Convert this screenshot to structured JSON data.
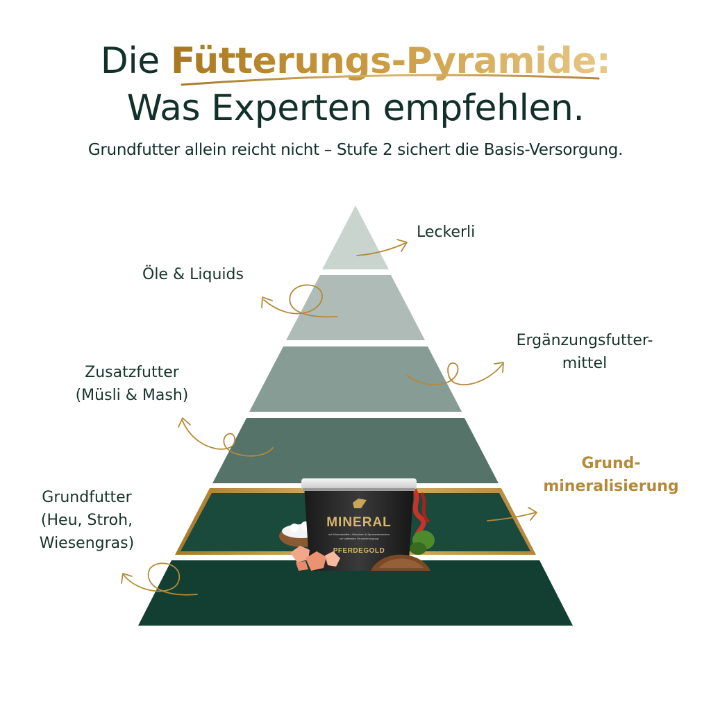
{
  "header": {
    "title_prefix": "Die ",
    "title_highlight": "Fütterungs-Pyramide:",
    "title_line2": "Was Experten empfehlen.",
    "subtitle": "Grundfutter allein reicht nicht – Stufe 2 sichert die Basis-Versorgung."
  },
  "pyramid": {
    "levels": [
      {
        "name": "Leckerli",
        "color": "#c9d4cf"
      },
      {
        "name": "Öle & Liquids",
        "color": "#aebbb6"
      },
      {
        "name": "Ergänzungsfutter-mittel",
        "color": "#879c95"
      },
      {
        "name": "Zusatzfutter (Müsli & Mash)",
        "color": "#557368"
      },
      {
        "name": "Grund-mineralisierung",
        "color": "#194a3c",
        "highlighted": true
      },
      {
        "name": "Grundfutter (Heu, Stroh, Wiesengras)",
        "color": "#123f32"
      }
    ],
    "accent_gold": "#b48a3a"
  },
  "labels": {
    "leckerli": "Leckerli",
    "oele": "Öle & Liquids",
    "ergaenzung_1": "Ergänzungsfutter-",
    "ergaenzung_2": "mittel",
    "zusatz_1": "Zusatzfutter",
    "zusatz_2": "(Müsli & Mash)",
    "grundmin_1": "Grund-",
    "grundmin_2": "mineralisierung",
    "grundfutter_1": "Grundfutter",
    "grundfutter_2": "(Heu, Stroh,",
    "grundfutter_3": "Wiesengras)"
  },
  "product": {
    "name": "MINERAL",
    "brand": "PFERDEGOLD",
    "fine_print_1": "mit Mineralstoffen, Vitaminen & Spurenelementen",
    "fine_print_2": "zur optimalen Grundversorgung"
  },
  "icons": [
    "arrow-curl-icon",
    "horse-logo-icon",
    "salt-bowl-icon",
    "himalaya-salt-icon",
    "linseed-icon",
    "seaweed-icon"
  ]
}
